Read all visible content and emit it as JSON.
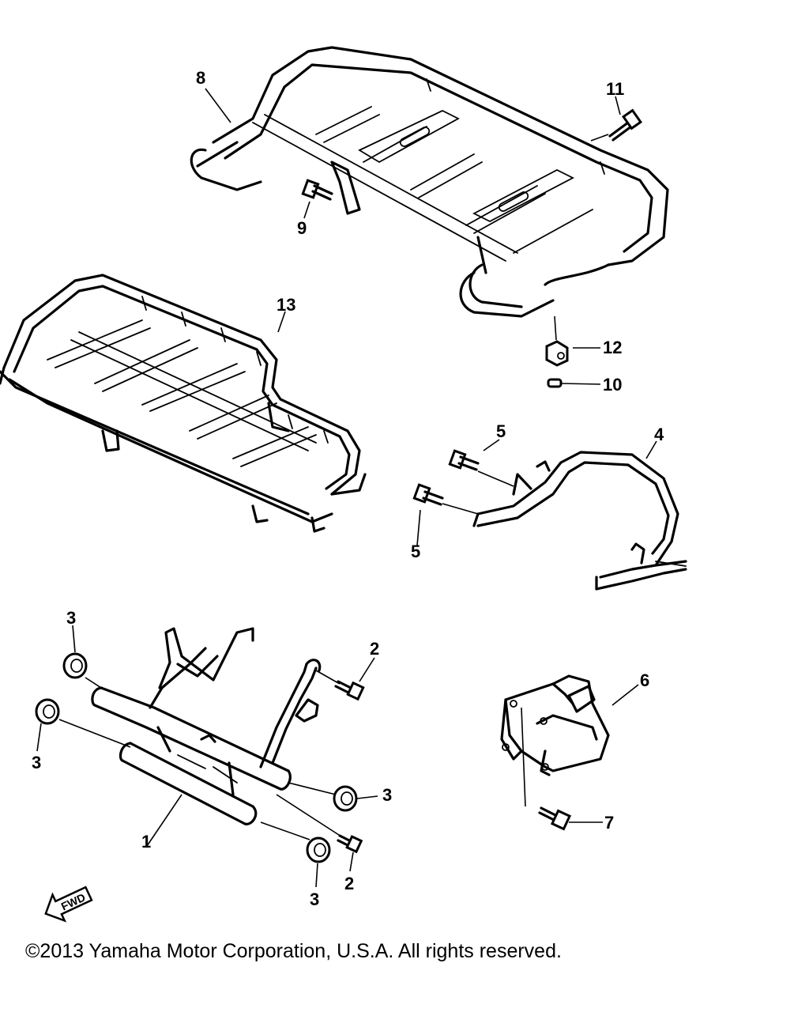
{
  "callouts": {
    "c1": "1",
    "c2a": "2",
    "c2b": "2",
    "c3a": "3",
    "c3b": "3",
    "c3c": "3",
    "c3d": "3",
    "c4": "4",
    "c5a": "5",
    "c5b": "5",
    "c6": "6",
    "c7": "7",
    "c8": "8",
    "c9": "9",
    "c10": "10",
    "c11": "11",
    "c12": "12",
    "c13": "13"
  },
  "fwd_label": "FWD",
  "copyright": "©2013 Yamaha Motor Corporation, U.S.A. All rights reserved."
}
